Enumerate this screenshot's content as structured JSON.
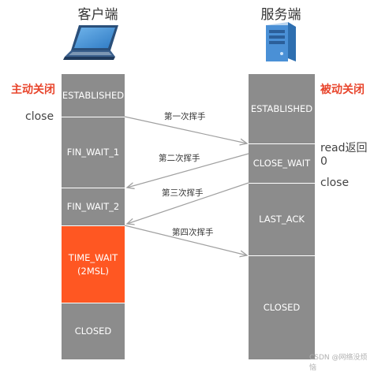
{
  "titles": {
    "client": "客户端",
    "server": "服务端"
  },
  "icons": {
    "client": "laptop-icon",
    "server": "server-icon"
  },
  "client": {
    "role": "主动关闭",
    "event": "close",
    "states": [
      "ESTABLISHED",
      "FIN_WAIT_1",
      "FIN_WAIT_2",
      "TIME_WAIT\n(2MSL)",
      "CLOSED"
    ]
  },
  "server": {
    "role": "被动关闭",
    "events": [
      "read返回0",
      "close"
    ],
    "states": [
      "ESTABLISHED",
      "CLOSE_WAIT",
      "LAST_ACK",
      "CLOSED"
    ]
  },
  "messages": [
    "第一次挥手",
    "第二次挥手",
    "第三次挥手",
    "第四次挥手"
  ],
  "watermark": "CSDN @网络没烦恼",
  "colors": {
    "state_gray": "#8c8c8c",
    "time_wait": "#ff5722",
    "role_red": "#e8452c",
    "arrow": "#a0a0a0"
  }
}
